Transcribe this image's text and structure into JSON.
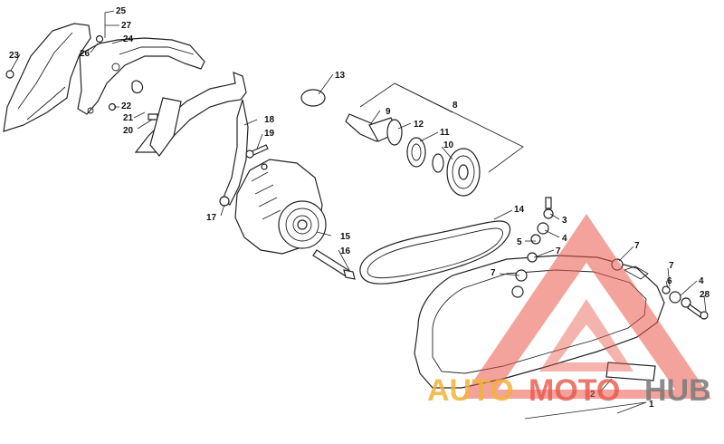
{
  "diagram": {
    "callouts": {
      "c1": "1",
      "c2": "2",
      "c3": "3",
      "c4a": "4",
      "c4b": "4",
      "c5": "5",
      "c6": "6",
      "c7a": "7",
      "c7b": "7",
      "c7c": "7",
      "c7d": "7",
      "c8": "8",
      "c9": "9",
      "c10": "10",
      "c11": "11",
      "c12": "12",
      "c13": "13",
      "c14": "14",
      "c15": "15",
      "c16": "16",
      "c17": "17",
      "c18": "18",
      "c19": "19",
      "c20": "20",
      "c21": "21",
      "c22": "22",
      "c23": "23",
      "c24": "24",
      "c25": "25",
      "c26": "26",
      "c27": "27",
      "c28": "28"
    }
  },
  "watermark": {
    "auto": "AUTO",
    "moto": "MOTO",
    "hub": "HUB",
    "triangle_color": "#e9574a"
  }
}
